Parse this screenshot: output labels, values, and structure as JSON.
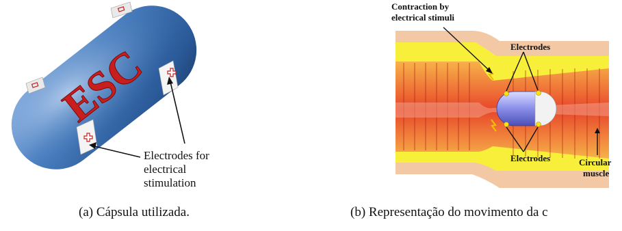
{
  "panel_a": {
    "capsule_text": "ESC",
    "electrode_label": [
      "Electrodes for",
      "electrical",
      "stimulation"
    ],
    "caption": "(a) Cápsula utilizada.",
    "colors": {
      "capsule": "#4a7fc0",
      "text": "#c81e1e"
    }
  },
  "panel_b": {
    "top_label": [
      "Contraction by",
      "electrical stimuli"
    ],
    "electrodes_top": "Electrodes",
    "electrodes_bottom": "Electrodes",
    "muscle_label": [
      "Circular",
      "muscle"
    ],
    "caption": "(b) Representação do movimento da c",
    "colors": {
      "outer": "#f3c8a4",
      "fat": "#f7ef3a",
      "muscle": "#e8462a"
    }
  }
}
